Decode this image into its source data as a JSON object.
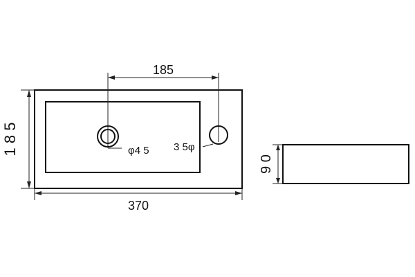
{
  "dimensions": {
    "width_label": "370",
    "height_label": "1 8 5",
    "depth_label": "9 0",
    "hole_spacing_label": "185",
    "drain_label": "φ4 5",
    "tap_label": "3 5φ"
  }
}
